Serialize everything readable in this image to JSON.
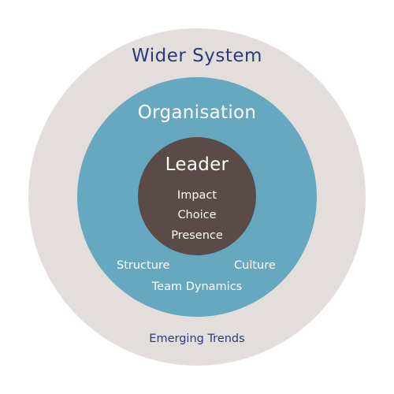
{
  "colors": {
    "outer": "#e3dedc",
    "middle": "#66a8c0",
    "inner": "#5a4a48",
    "outer_text": "#2a3c78",
    "light_text": "#ffffff"
  },
  "wider_system": {
    "title": "Wider System",
    "items": [
      "Emerging Trends"
    ]
  },
  "organisation": {
    "title": "Organisation",
    "items": [
      "Structure",
      "Culture",
      "Team Dynamics"
    ]
  },
  "leader": {
    "title": "Leader",
    "items": [
      "Impact",
      "Choice",
      "Presence"
    ]
  }
}
